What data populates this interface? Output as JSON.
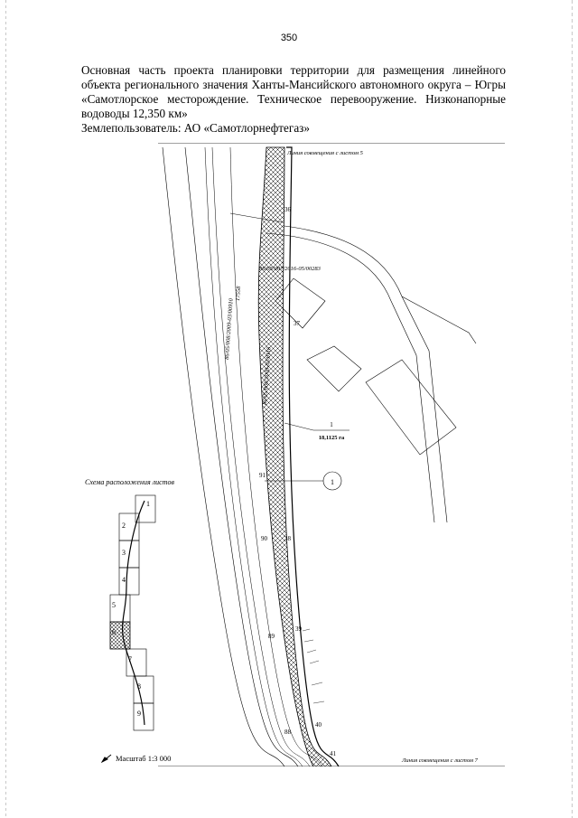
{
  "page_number": "350",
  "header": {
    "title_lines": [
      "Основная часть проекта планировки территории для размещения линейного",
      "объекта регионального значения Ханты-Мансийского автономного округа – Югры",
      "«Самотлорское месторождение. Техническое перевооружение. Низконапорные",
      "водоводы 12,350 км»"
    ],
    "land_user": "Землепользователь: АО «Самотлорнефтегаз»"
  },
  "map": {
    "join_line_top": "Линия совмещения с листом 5",
    "join_line_bottom": "Линия совмещения с листом 7",
    "cadastral_labels": [
      "86/05/007/2016-05/00283",
      "86/05/008/2009-03/00910",
      "86/05/008/2009-03/0116",
      "17558"
    ],
    "points": [
      "36",
      "37",
      "38",
      "39",
      "40",
      "41",
      "88",
      "89",
      "90",
      "91"
    ],
    "area_number": "1",
    "area_value": "18,1125 га",
    "callout": "1"
  },
  "scheme": {
    "title": "Схема расположения листов",
    "sheets": [
      "1",
      "2",
      "3",
      "4",
      "5",
      "6",
      "7",
      "8",
      "9"
    ]
  },
  "scale_label": "Масштаб 1:3 000"
}
